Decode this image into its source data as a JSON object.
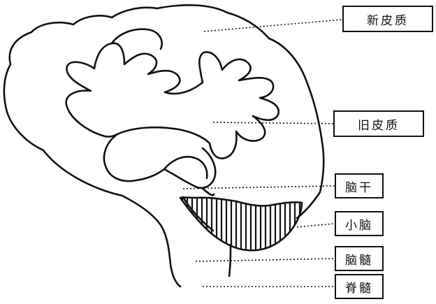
{
  "labels": {
    "neocortex": "新皮质",
    "paleocortex": "旧皮质",
    "brainstem": "脑干",
    "cerebellum": "小脑",
    "medulla": "脑髓",
    "spinal_cord": "脊髓"
  },
  "colors": {
    "ink": "#111111",
    "background": "#ffffff"
  }
}
